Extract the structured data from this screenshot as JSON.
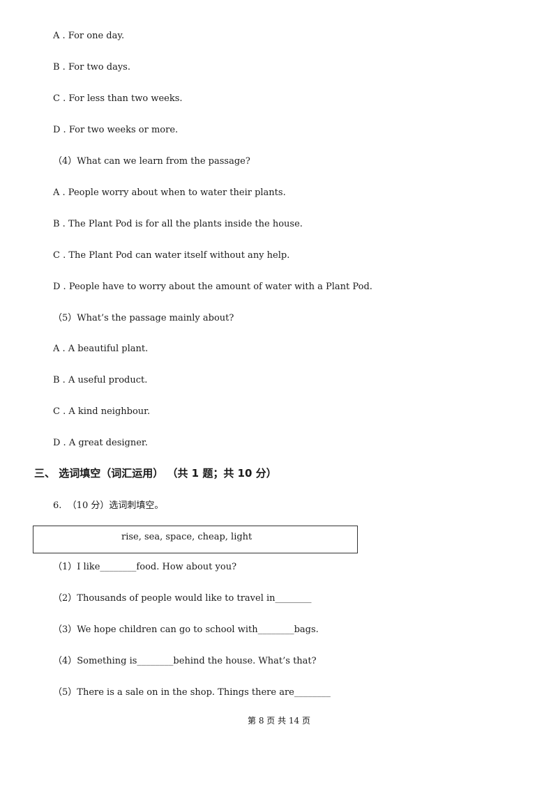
{
  "q3_options": [
    "A . For one day.",
    "B . For two days.",
    "C . For less than two weeks.",
    "D . For two weeks or more."
  ],
  "q4": {
    "question": "（4）What can we learn from the passage?",
    "options": [
      "A . People worry about when to water their plants.",
      "B . The Plant Pod is for all the plants inside the house.",
      "C . The Plant Pod can water itself without any help.",
      "D . People have to worry about the amount of water with a Plant Pod."
    ]
  },
  "q5": {
    "question": "（5）What’s the passage mainly about?",
    "options": [
      "A . A beautiful plant.",
      "B . A useful product.",
      "C . A kind neighbour.",
      "D . A great designer."
    ]
  },
  "section3": {
    "heading": "三、 选词填空（词汇运用） （共 1 题；共 10 分）",
    "question6": "6.  （10 分）选词刺填空。",
    "word_box": "rise, sea, space, cheap, light",
    "items": [
      "（1）I like________food. How about you?",
      "（2）Thousands of people would like to travel in________",
      "（3）We hope children can go to school with________bags.",
      "（4）Something is________behind the house. What’s that?",
      "（5）There is a sale on in the shop. Things there are________"
    ]
  },
  "footer": "第 8 页 共 14 页"
}
